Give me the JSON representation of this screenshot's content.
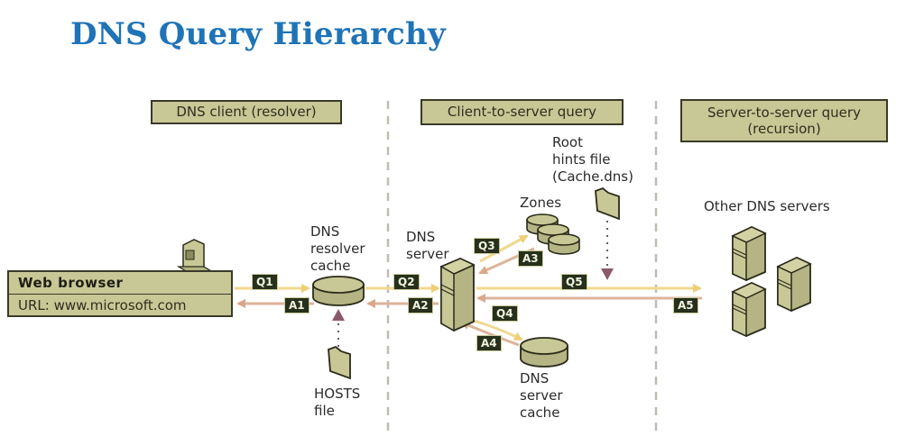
{
  "title": "DNS Query Hierarchy",
  "zones": {
    "client": "DNS client (resolver)",
    "client_to_server": "Client-to-server query",
    "server_to_server_line1": "Server-to-server query",
    "server_to_server_line2": "(recursion)"
  },
  "browser": {
    "label": "Web browser",
    "url": "URL: www.microsoft.com"
  },
  "nodes": {
    "resolver_cache": [
      "DNS",
      "resolver",
      "cache"
    ],
    "hosts_file": [
      "HOSTS",
      "file"
    ],
    "dns_server": [
      "DNS",
      "server"
    ],
    "zones": "Zones",
    "root_hints": [
      "Root",
      "hints file",
      "(Cache.dns)"
    ],
    "server_cache": [
      "DNS",
      "server",
      "cache"
    ],
    "other_servers": "Other DNS servers"
  },
  "badges": {
    "q1": "Q1",
    "a1": "A1",
    "q2": "Q2",
    "a2": "A2",
    "q3": "Q3",
    "a3": "A3",
    "q4": "Q4",
    "a4": "A4",
    "q5": "Q5",
    "a5": "A5"
  },
  "colors": {
    "title": "#1f73b7",
    "shape_fill": "#c8c896",
    "query_arrow": "#f0d27a",
    "answer_arrow": "#d9a98a",
    "badge_bg": "#26301c",
    "dotted_arrow": "#8a5a6a"
  }
}
